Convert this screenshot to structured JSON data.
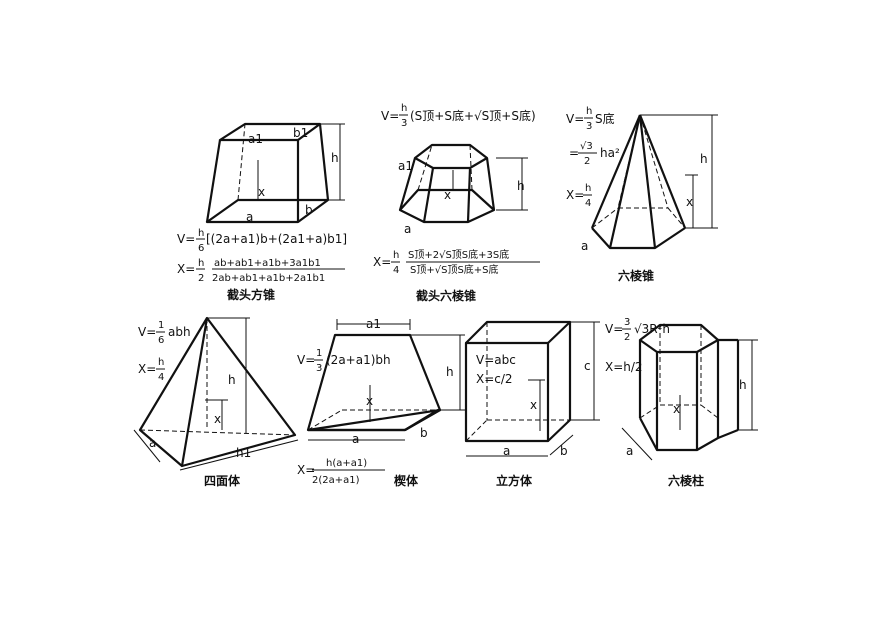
{
  "solids": [
    {
      "caption": "截头方锥",
      "labels": {
        "a": "a",
        "a1": "a1",
        "b": "b",
        "b1": "b1",
        "h": "h",
        "x": "x"
      },
      "formula_v_prefix": "V=",
      "formula_v_frac": {
        "num": "h",
        "den": "6"
      },
      "formula_v_body": "[(2a+a1)b+(2a1+a)b1]",
      "formula_x_prefix": "X=",
      "formula_x_frac": {
        "num": "h",
        "den": "2"
      },
      "formula_x_num": "ab+ab1+a1b+3a1b1",
      "formula_x_den": "2ab+ab1+a1b+2a1b1"
    },
    {
      "caption": "截头六棱锥",
      "labels": {
        "a": "a",
        "a1": "a1",
        "h": "h",
        "x": "x"
      },
      "formula_v_prefix": "V=",
      "formula_v_frac": {
        "num": "h",
        "den": "3"
      },
      "formula_v_body": "(S顶+S底+√S顶+S底)",
      "formula_x_prefix": "X=",
      "formula_x_frac": {
        "num": "h",
        "den": "4"
      },
      "formula_x_num": "S顶+2√S顶S底+3S底",
      "formula_x_den": "S顶+√S顶S底+S底"
    },
    {
      "caption": "六棱锥",
      "labels": {
        "a": "a",
        "h": "h",
        "x": "x"
      },
      "formula_v_prefix": "V=",
      "formula_v_frac": {
        "num": "h",
        "den": "3"
      },
      "formula_v_body": "S底",
      "formula_v2_prefix": "=",
      "formula_v2_frac": {
        "num": "√3",
        "den": "2"
      },
      "formula_v2_body": "ha²",
      "formula_x_prefix": "X=",
      "formula_x_frac": {
        "num": "h",
        "den": "4"
      }
    },
    {
      "caption": "四面体",
      "labels": {
        "a": "a",
        "h": "h",
        "h1": "h1",
        "x": "x"
      },
      "formula_v_prefix": "V=",
      "formula_v_frac": {
        "num": "1",
        "den": "6"
      },
      "formula_v_body": "abh",
      "formula_x_prefix": "X=",
      "formula_x_frac": {
        "num": "h",
        "den": "4"
      }
    },
    {
      "caption": "楔体",
      "labels": {
        "a": "a",
        "a1": "a1",
        "b": "b",
        "h": "h",
        "x": "x"
      },
      "formula_v_prefix": "V=",
      "formula_v_frac": {
        "num": "1",
        "den": "3"
      },
      "formula_v_body": "(2a+a1)bh",
      "formula_x_prefix": "X=",
      "formula_x_num": "h(a+a1)",
      "formula_x_den": "2(2a+a1)"
    },
    {
      "caption": "立方体",
      "labels": {
        "a": "a",
        "b": "b",
        "c": "c",
        "x": "x"
      },
      "formula_v": "V=abc",
      "formula_x": "X=c/2"
    },
    {
      "caption": "六棱柱",
      "labels": {
        "a": "a",
        "h": "h",
        "x": "x"
      },
      "formula_v_prefix": "V=",
      "formula_v_frac": {
        "num": "3",
        "den": "2"
      },
      "formula_v_body": "√3R²h",
      "formula_x": "X=h/2"
    }
  ]
}
